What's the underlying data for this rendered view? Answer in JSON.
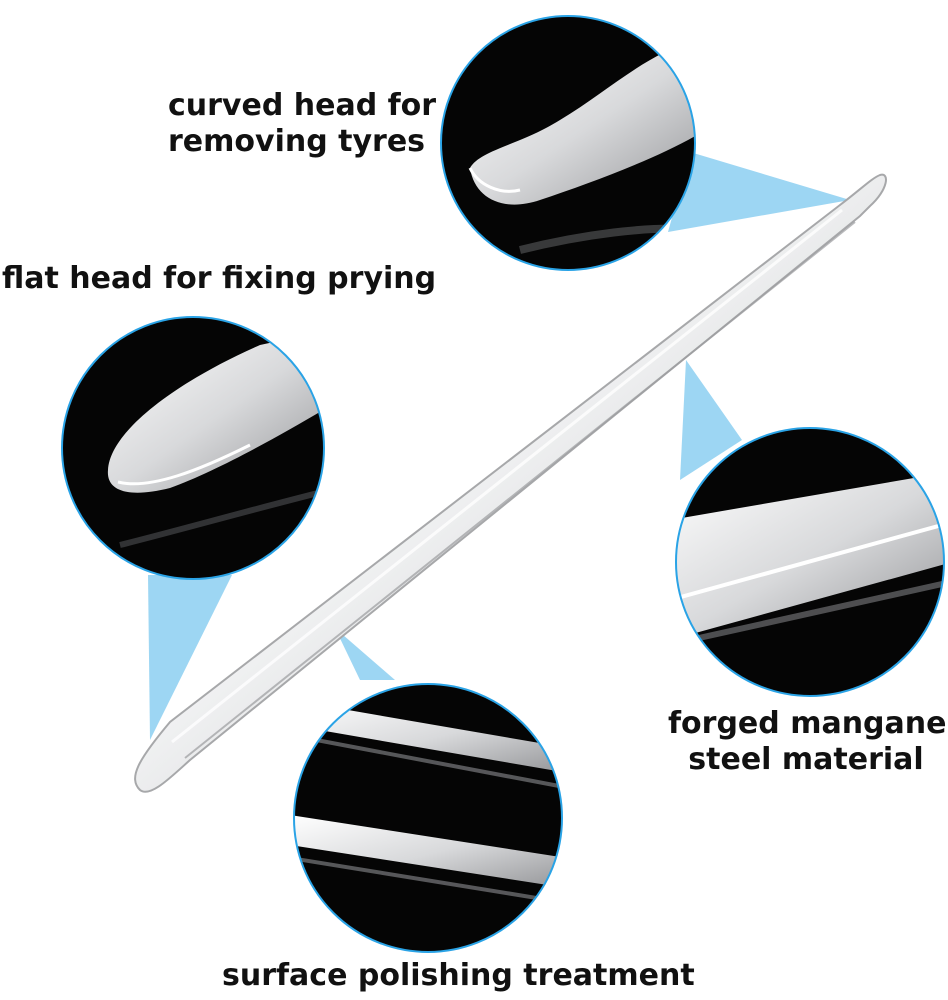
{
  "labels": {
    "curved_head": [
      "curved head for",
      "removing tyres"
    ],
    "flat_head": "flat head for fixing prying",
    "forged_material": [
      "forged manganese",
      "steel material"
    ],
    "surface_polishing": "surface polishing treatment"
  },
  "colors": {
    "background": "#ffffff",
    "callout_beam": "#7cc8ef",
    "callout_ring": "#2aa3e6",
    "detail_background": "#050505",
    "steel": "#d9dadc",
    "text": "#111111"
  },
  "icons": {
    "tool": "tyre-lever-icon",
    "details": [
      "curved-head-detail",
      "flat-head-detail",
      "forged-steel-detail",
      "polished-surface-detail"
    ]
  }
}
